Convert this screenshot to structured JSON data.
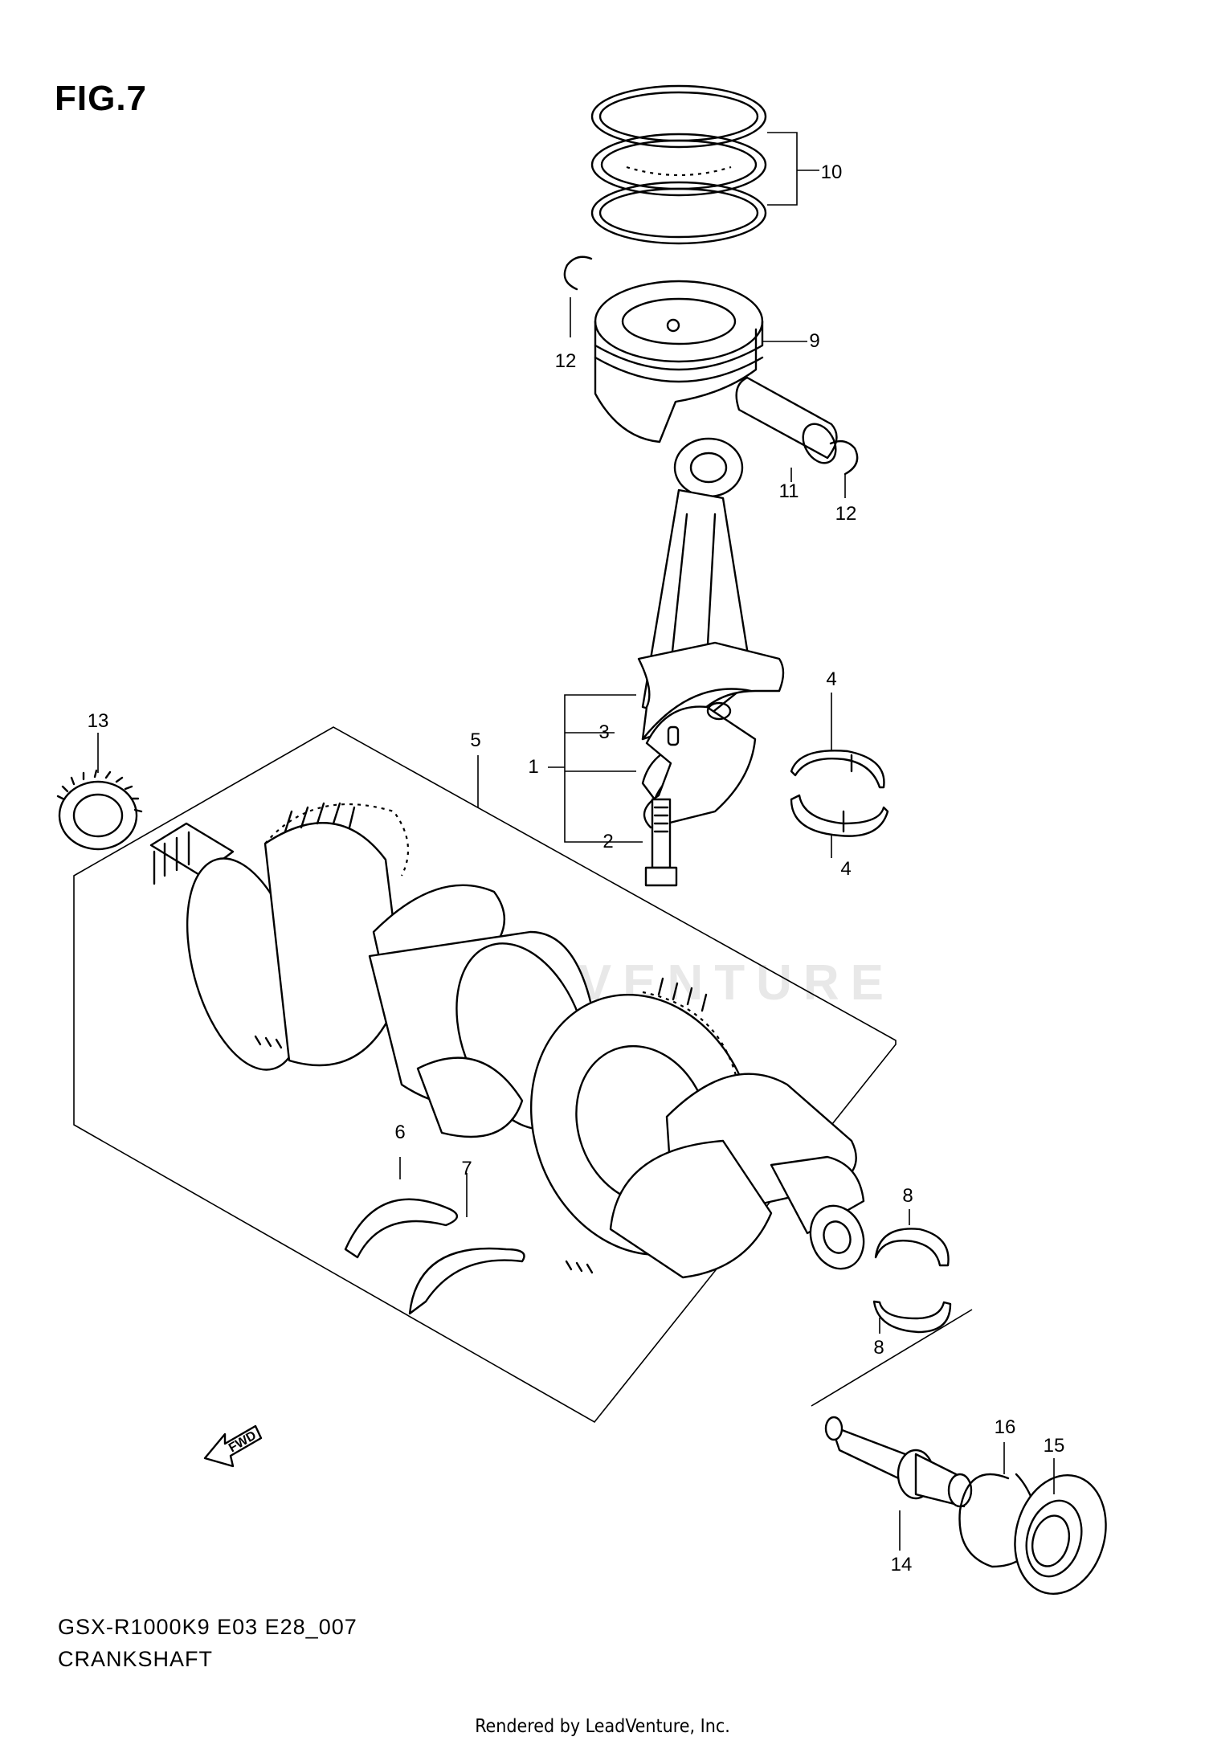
{
  "figure": {
    "title": "FIG.7",
    "model_code": "GSX-R1000K9 E03 E28_007",
    "section_name": "CRANKSHAFT",
    "footer": "Rendered by LeadVenture, Inc.",
    "watermark_logo": "LEADVENTURE"
  },
  "callouts": [
    {
      "label": "10"
    },
    {
      "label": "9"
    },
    {
      "label": "12"
    },
    {
      "label": "12"
    },
    {
      "label": "11"
    },
    {
      "label": "4"
    },
    {
      "label": "4"
    },
    {
      "label": "13"
    },
    {
      "label": "5"
    },
    {
      "label": "3"
    },
    {
      "label": "1"
    },
    {
      "label": "2"
    },
    {
      "label": "6"
    },
    {
      "label": "7"
    },
    {
      "label": "8"
    },
    {
      "label": "8"
    },
    {
      "label": "16"
    },
    {
      "label": "15"
    },
    {
      "label": "14"
    }
  ],
  "fwd_arrow": "FWD"
}
